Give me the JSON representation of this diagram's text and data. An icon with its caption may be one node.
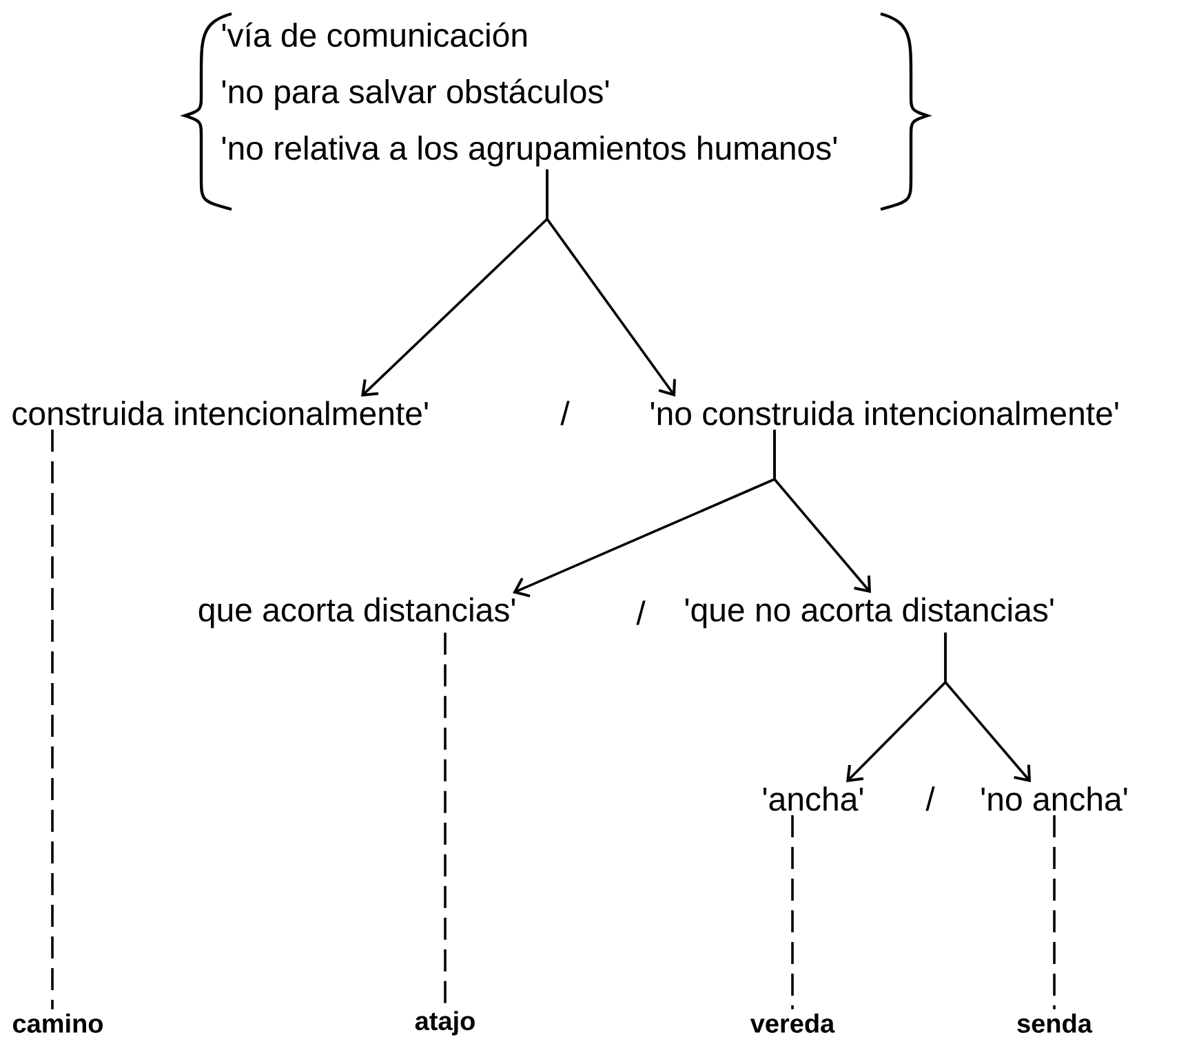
{
  "diagram": {
    "nodes": [
      {
        "text": [
          "'vía de comunicación",
          "'no para salvar obstáculos'",
          "'no relativa a los agrupamientos humanos'"
        ]
      },
      {
        "text": [
          "construida intencionalmente'"
        ]
      },
      {
        "text": [
          "'no construida intencionalmente'"
        ]
      },
      {
        "text": [
          "que acorta distancias'"
        ]
      },
      {
        "text": [
          "'que no acorta distancias'"
        ]
      },
      {
        "text": [
          "'ancha'"
        ]
      },
      {
        "text": [
          "'no ancha'"
        ]
      },
      {
        "text": [
          "camino"
        ]
      },
      {
        "text": [
          "atajo"
        ]
      },
      {
        "text": [
          "vereda"
        ]
      },
      {
        "text": [
          "senda"
        ]
      }
    ],
    "edges": [
      {
        "from": 0,
        "to": 1,
        "arrow": "to"
      },
      {
        "from": 0,
        "to": 2,
        "arrow": "to"
      },
      {
        "from": 2,
        "to": 3,
        "arrow": "to"
      },
      {
        "from": 2,
        "to": 4,
        "arrow": "to"
      },
      {
        "from": 4,
        "to": 5,
        "arrow": "to"
      },
      {
        "from": 4,
        "to": 6,
        "arrow": "to"
      },
      {
        "from": 1,
        "to": 7,
        "arrow": "none",
        "style": "dashed"
      },
      {
        "from": 3,
        "to": 8,
        "arrow": "none",
        "style": "dashed"
      },
      {
        "from": 5,
        "to": 9,
        "arrow": "none",
        "style": "dashed"
      },
      {
        "from": 6,
        "to": 10,
        "arrow": "none",
        "style": "dashed"
      }
    ],
    "labels": [
      "/",
      "/",
      "/"
    ]
  }
}
